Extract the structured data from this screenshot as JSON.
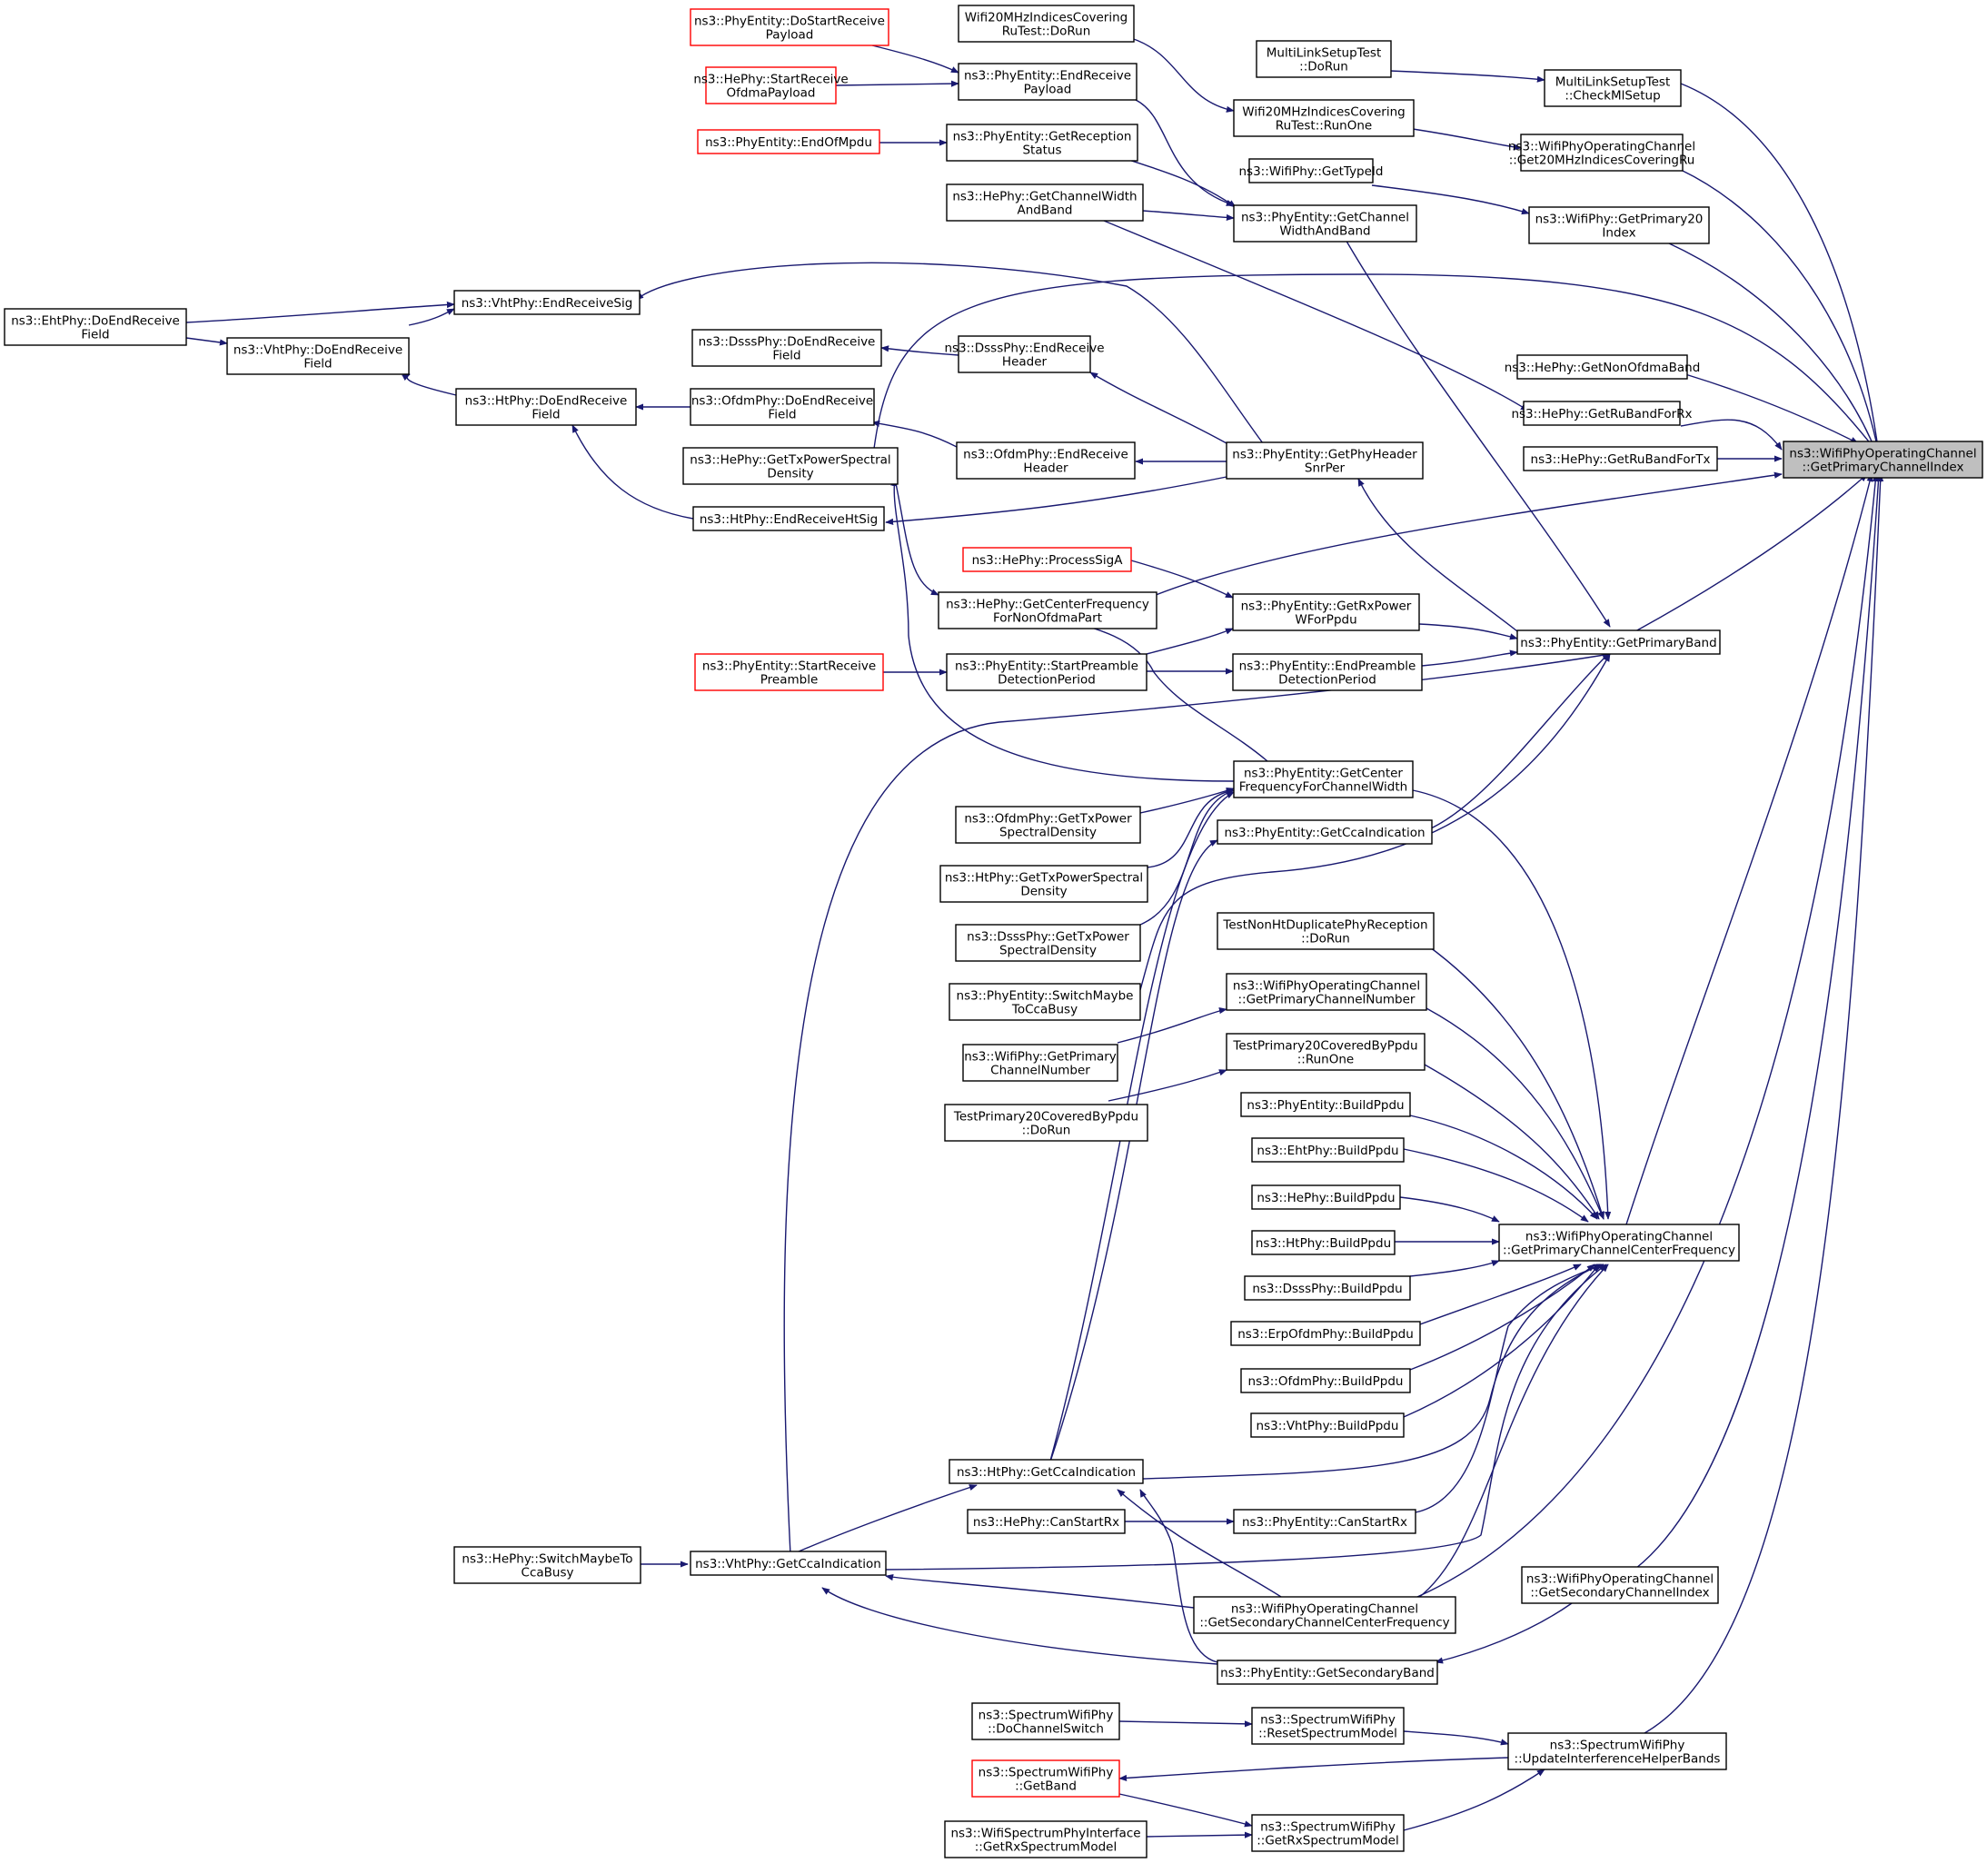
{
  "colors": {
    "edge": "#191970",
    "red_border": "#ff0000",
    "black_border": "#000000",
    "focus_fill": "#bfbfbf"
  },
  "nodes": {
    "target": [
      "ns3::WifiPhyOperatingChannel",
      "::GetPrimaryChannelIndex"
    ],
    "mlCheck": [
      "MultiLinkSetupTest",
      "::CheckMlSetup"
    ],
    "mlDoRun": [
      "MultiLinkSetupTest",
      "::DoRun"
    ],
    "get20": [
      "ns3::WifiPhyOperatingChannel",
      "::Get20MHzIndicesCoveringRu"
    ],
    "wRunOne": [
      "Wifi20MHzIndicesCovering",
      "RuTest::RunOne"
    ],
    "wDoRun": [
      "Wifi20MHzIndicesCovering",
      "RuTest::DoRun"
    ],
    "gp20": [
      "ns3::WifiPhy::GetPrimary20",
      "Index"
    ],
    "typeId": [
      "ns3::WifiPhy::GetTypeId"
    ],
    "gcwab": [
      "ns3::PhyEntity::GetChannel",
      "WidthAndBand"
    ],
    "erp": [
      "ns3::PhyEntity::EndReceive",
      "Payload"
    ],
    "dsrp": [
      "ns3::PhyEntity::DoStartReceive",
      "Payload"
    ],
    "srop": [
      "ns3::HePhy::StartReceive",
      "OfdmaPayload"
    ],
    "grs": [
      "ns3::PhyEntity::GetReception",
      "Status"
    ],
    "eom": [
      "ns3::PhyEntity::EndOfMpdu"
    ],
    "hecwb": [
      "ns3::HePhy::GetChannelWidth",
      "AndBand"
    ],
    "vhtErs": [
      "ns3::VhtPhy::EndReceiveSig"
    ],
    "ehtDerf": [
      "ns3::EhtPhy::DoEndReceive",
      "Field"
    ],
    "vhtDerf": [
      "ns3::VhtPhy::DoEndReceive",
      "Field"
    ],
    "htDerf": [
      "ns3::HtPhy::DoEndReceive",
      "Field"
    ],
    "dsssDerf": [
      "ns3::DsssPhy::DoEndReceive",
      "Field"
    ],
    "dsssErh": [
      "ns3::DsssPhy::EndReceive",
      "Header"
    ],
    "ofdmDerf": [
      "ns3::OfdmPhy::DoEndReceive",
      "Field"
    ],
    "heTxPsd": [
      "ns3::HePhy::GetTxPowerSpectral",
      "Density"
    ],
    "ofdmErh": [
      "ns3::OfdmPhy::EndReceive",
      "Header"
    ],
    "htErhs": [
      "ns3::HtPhy::EndReceiveHtSig"
    ],
    "gphsp": [
      "ns3::PhyEntity::GetPhyHeader",
      "SnrPer"
    ],
    "nonOfdmaBand": [
      "ns3::HePhy::GetNonOfdmaBand"
    ],
    "ruRx": [
      "ns3::HePhy::GetRuBandForRx"
    ],
    "ruTx": [
      "ns3::HePhy::GetRuBandForTx"
    ],
    "psa": [
      "ns3::HePhy::ProcessSigA"
    ],
    "gcfnop": [
      "ns3::HePhy::GetCenterFrequency",
      "ForNonOfdmaPart"
    ],
    "grpwfp": [
      "ns3::PhyEntity::GetRxPower",
      "WForPpdu"
    ],
    "gpb": [
      "ns3::PhyEntity::GetPrimaryBand"
    ],
    "srp": [
      "ns3::PhyEntity::StartReceive",
      "Preamble"
    ],
    "spdp": [
      "ns3::PhyEntity::StartPreamble",
      "DetectionPeriod"
    ],
    "epdp": [
      "ns3::PhyEntity::EndPreamble",
      "DetectionPeriod"
    ],
    "gcffcw": [
      "ns3::PhyEntity::GetCenter",
      "FrequencyForChannelWidth"
    ],
    "ofdmTxPsd": [
      "ns3::OfdmPhy::GetTxPower",
      "SpectralDensity"
    ],
    "gci": [
      "ns3::PhyEntity::GetCcaIndication"
    ],
    "htTxPsd": [
      "ns3::HtPhy::GetTxPowerSpectral",
      "Density"
    ],
    "dsssTxPsd": [
      "ns3::DsssPhy::GetTxPower",
      "SpectralDensity"
    ],
    "tnhdp": [
      "TestNonHtDuplicatePhyReception",
      "::DoRun"
    ],
    "swmtcb": [
      "ns3::PhyEntity::SwitchMaybe",
      "ToCcaBusy"
    ],
    "gpcn": [
      "ns3::WifiPhyOperatingChannel",
      "::GetPrimaryChannelNumber"
    ],
    "wpgpcn": [
      "ns3::WifiPhy::GetPrimary",
      "ChannelNumber"
    ],
    "tp20RunOne": [
      "TestPrimary20CoveredByPpdu",
      "::RunOne"
    ],
    "tp20DoRun": [
      "TestPrimary20CoveredByPpdu",
      "::DoRun"
    ],
    "peBuild": [
      "ns3::PhyEntity::BuildPpdu"
    ],
    "ehtBuild": [
      "ns3::EhtPhy::BuildPpdu"
    ],
    "heBuild": [
      "ns3::HePhy::BuildPpdu"
    ],
    "htBuild": [
      "ns3::HtPhy::BuildPpdu"
    ],
    "dsssBuild": [
      "ns3::DsssPhy::BuildPpdu"
    ],
    "erpBuild": [
      "ns3::ErpOfdmPhy::BuildPpdu"
    ],
    "ofdmBuild": [
      "ns3::OfdmPhy::BuildPpdu"
    ],
    "vhtBuild": [
      "ns3::VhtPhy::BuildPpdu"
    ],
    "gpccf": [
      "ns3::WifiPhyOperatingChannel",
      "::GetPrimaryChannelCenterFrequency"
    ],
    "htGci": [
      "ns3::HtPhy::GetCcaIndication"
    ],
    "heCsr": [
      "ns3::HePhy::CanStartRx"
    ],
    "peCsr": [
      "ns3::PhyEntity::CanStartRx"
    ],
    "heSwmtcb": [
      "ns3::HePhy::SwitchMaybeTo",
      "CcaBusy"
    ],
    "vhtGci": [
      "ns3::VhtPhy::GetCcaIndication"
    ],
    "gsci": [
      "ns3::WifiPhyOperatingChannel",
      "::GetSecondaryChannelIndex"
    ],
    "gsccf": [
      "ns3::WifiPhyOperatingChannel",
      "::GetSecondaryChannelCenterFrequency"
    ],
    "gsb": [
      "ns3::PhyEntity::GetSecondaryBand"
    ],
    "swpDcs": [
      "ns3::SpectrumWifiPhy",
      "::DoChannelSwitch"
    ],
    "swpRsm": [
      "ns3::SpectrumWifiPhy",
      "::ResetSpectrumModel"
    ],
    "swpUihb": [
      "ns3::SpectrumWifiPhy",
      "::UpdateInterferenceHelperBands"
    ],
    "swpGb": [
      "ns3::SpectrumWifiPhy",
      "::GetBand"
    ],
    "swpGrsm": [
      "ns3::SpectrumWifiPhy",
      "::GetRxSpectrumModel"
    ],
    "wspiGrsm": [
      "ns3::WifiSpectrumPhyInterface",
      "::GetRxSpectrumModel"
    ]
  }
}
